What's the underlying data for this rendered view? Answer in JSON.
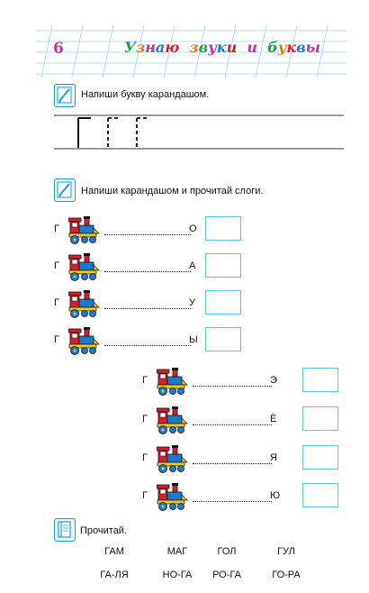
{
  "header": {
    "page_number": "6",
    "title_words": [
      {
        "letters": [
          {
            "ch": "У",
            "color": "#1aa04a"
          },
          {
            "ch": "з",
            "color": "#e07a10"
          },
          {
            "ch": "н",
            "color": "#c0349b"
          },
          {
            "ch": "а",
            "color": "#1a7ad0"
          },
          {
            "ch": "ю",
            "color": "#d81e2a"
          }
        ]
      },
      {
        "letters": [
          {
            "ch": "з",
            "color": "#e07a10"
          },
          {
            "ch": "в",
            "color": "#1aa04a"
          },
          {
            "ch": "у",
            "color": "#c0349b"
          },
          {
            "ch": "к",
            "color": "#1a7ad0"
          },
          {
            "ch": "и",
            "color": "#d81e2a"
          }
        ]
      },
      {
        "letters": [
          {
            "ch": "и",
            "color": "#c0349b"
          }
        ]
      },
      {
        "letters": [
          {
            "ch": "б",
            "color": "#1aa04a"
          },
          {
            "ch": "у",
            "color": "#e07a10"
          },
          {
            "ch": "к",
            "color": "#d81e2a"
          },
          {
            "ch": "в",
            "color": "#1a7ad0"
          },
          {
            "ch": "ы",
            "color": "#c0349b"
          }
        ]
      }
    ]
  },
  "task1": {
    "icon": "pencil-notebook-icon",
    "text": "Напиши букву карандашом."
  },
  "task2": {
    "icon": "pencil-notebook-icon",
    "text": "Напиши карандашом и прочитай слоги."
  },
  "task3": {
    "icon": "book-icon",
    "text": "Прочитай."
  },
  "exercise_left": [
    {
      "letter": "Г",
      "syllable": "О"
    },
    {
      "letter": "Г",
      "syllable": "А"
    },
    {
      "letter": "Г",
      "syllable": "У"
    },
    {
      "letter": "Г",
      "syllable": "Ы"
    }
  ],
  "exercise_right": [
    {
      "letter": "Г",
      "syllable": "Э"
    },
    {
      "letter": "Г",
      "syllable": "Ё"
    },
    {
      "letter": "Г",
      "syllable": "Я"
    },
    {
      "letter": "Г",
      "syllable": "Ю"
    }
  ],
  "read_words": [
    [
      "ГАМ",
      "МАГ",
      "ГОЛ",
      "ГУЛ"
    ],
    [
      "ГА-ЛЯ",
      "НО-ГА",
      "РО-ГА",
      "ГО-РА"
    ]
  ],
  "colors": {
    "accent": "#1aa3c4",
    "answer_box": "#5cc6e6",
    "page_number": "#c0349b",
    "header_grid": "#9fd9ec"
  }
}
